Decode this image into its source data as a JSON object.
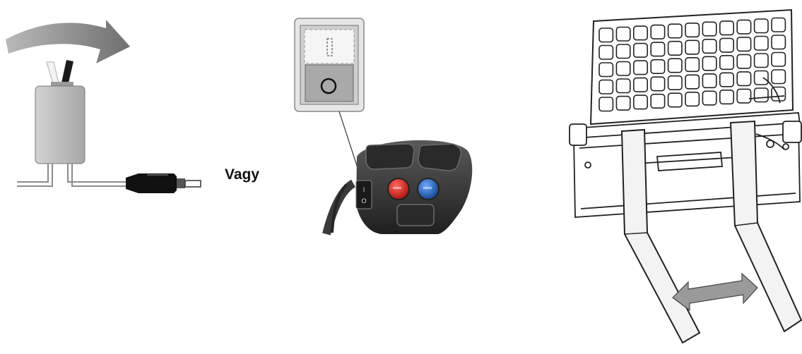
{
  "figure": {
    "conjunction": "Vagy",
    "panels": [
      {
        "name": "toggle-switch-with-connector",
        "icon": "toggle-switch-icon"
      },
      {
        "name": "joystick-with-rocker-switch",
        "icon": "joystick-icon"
      },
      {
        "name": "pallet-fork-attachment",
        "icon": "pallet-fork-icon"
      }
    ],
    "rocker_switch_labels": {
      "on": "I",
      "off": "O"
    },
    "colors": {
      "arrow_gray": "#8a8a8a",
      "switch_body": "#b9b9b9",
      "joystick_body": "#3c3c3c",
      "button_red": "#d8221c",
      "button_blue": "#1e63b8"
    }
  }
}
